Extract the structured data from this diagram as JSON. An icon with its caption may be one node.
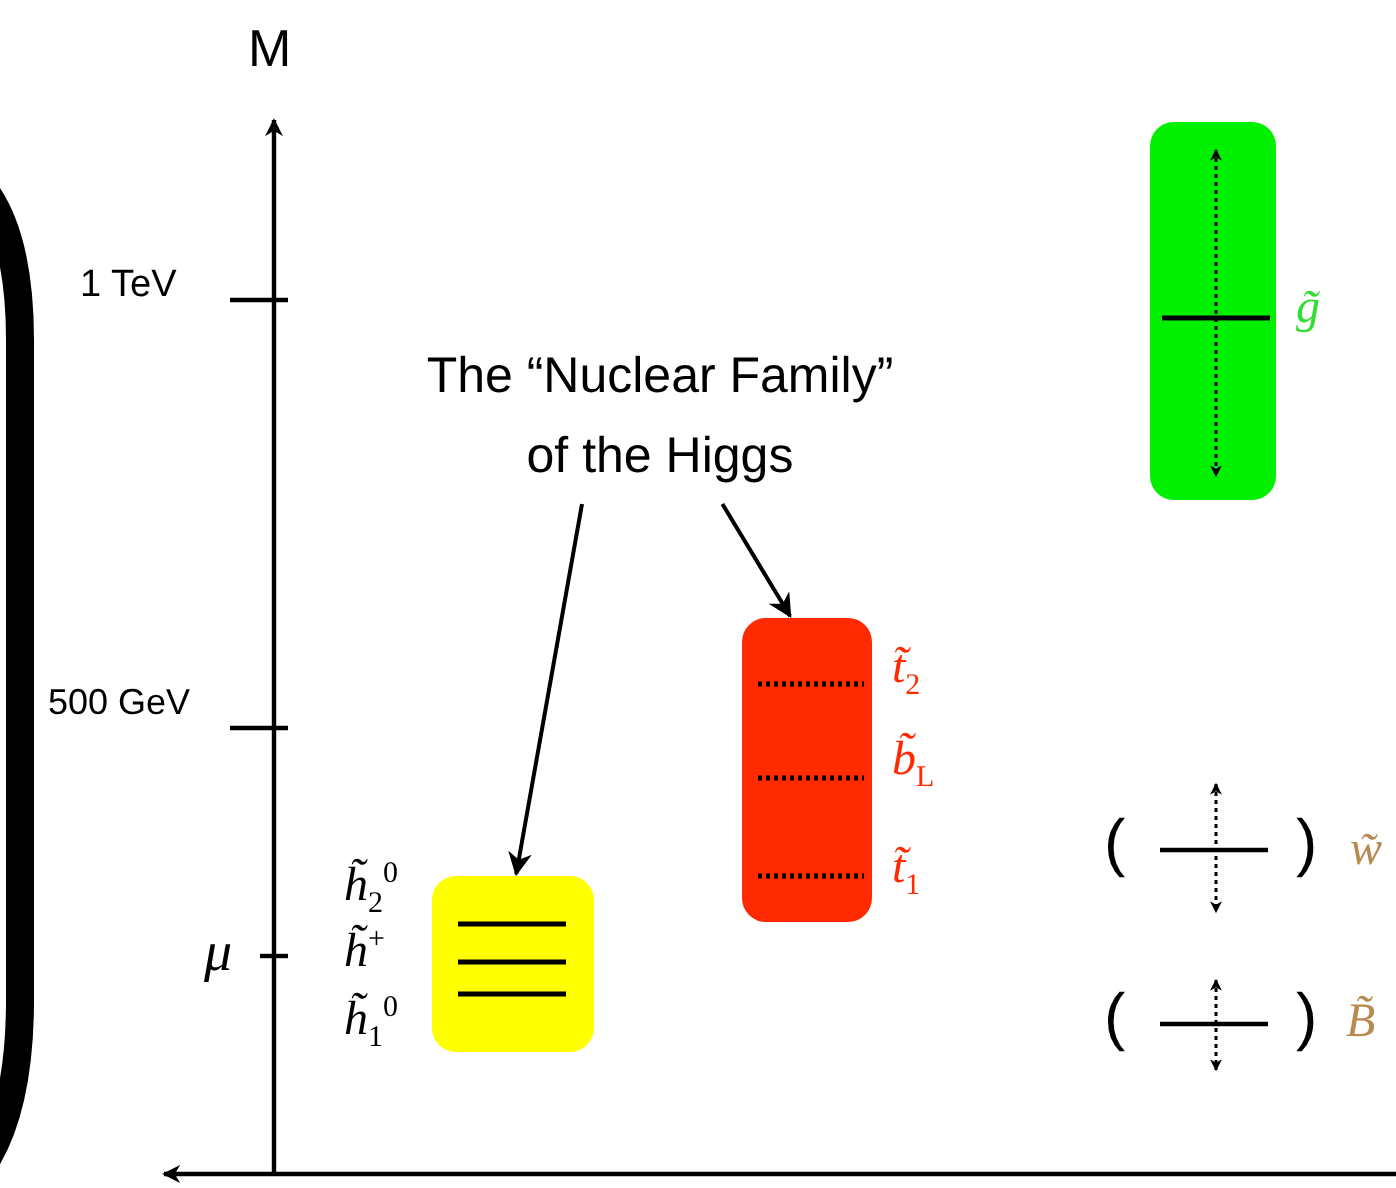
{
  "diagram": {
    "nodes": [
      {
        "text": [
          "The “Nuclear Family” of the Higgs"
        ]
      },
      {
        "text": [],
        "shape": "box",
        "beside": [
          "h̃$_{2}$$^{0}$",
          "h̃$^{+}$",
          "h̃$_{1}$$^{0}$"
        ]
      },
      {
        "text": [],
        "shape": "box",
        "beside": [
          "t̃$_{2}$",
          "b̃$_{L}$",
          "t̃$_{1}$"
        ]
      },
      {
        "text": [],
        "shape": "box",
        "beside": [
          "g̃"
        ]
      }
    ],
    "edges": [
      {
        "from": 0,
        "to": 1,
        "arrow": "to"
      },
      {
        "from": 0,
        "to": 2,
        "arrow": "to"
      }
    ],
    "labels": [
      "M",
      "1 TeV",
      "500 GeV",
      "μ",
      "(",
      ")",
      "w̃",
      "(",
      ")",
      "B̃"
    ]
  }
}
